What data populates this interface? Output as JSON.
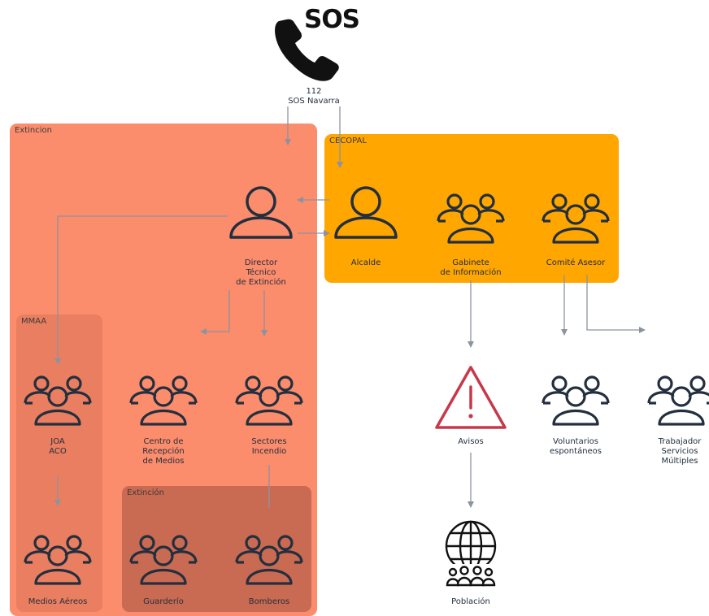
{
  "sos": {
    "logo_text": "SOS",
    "label": "112\nSOS Navarra"
  },
  "groups": {
    "extincion_outer": "Extincion",
    "cecopal": "CECOPAL",
    "mmaa": "MMAA",
    "extincion_inner": "Extinción"
  },
  "nodes": {
    "director": "Director\nTécnico\nde Extinción",
    "alcalde": "Alcalde",
    "gabinete": "Gabinete\nde Información",
    "comite": "Comité Asesor",
    "joa": "JOA\nACO",
    "centro": "Centro de\nRecepción\nde Medios",
    "sectores": "Sectores\nIncendio",
    "medios_aereos": "Medios Aéreos",
    "guarderio": "Guarderío",
    "bomberos": "Bomberos",
    "avisos": "Avisos",
    "voluntarios": "Voluntarios\nespontáneos",
    "trabajador": "Trabajador\nServicios\nMúltiples",
    "poblacion": "Población"
  },
  "colors": {
    "extincion_outer": "#fb8c6c",
    "cecopal": "#ffa600",
    "mmaa": "#e97e60",
    "extincion_inner": "#c96a52",
    "icon_stroke": "#232f3e",
    "alert_stroke": "#c7384a",
    "connector": "#8c93a0"
  }
}
